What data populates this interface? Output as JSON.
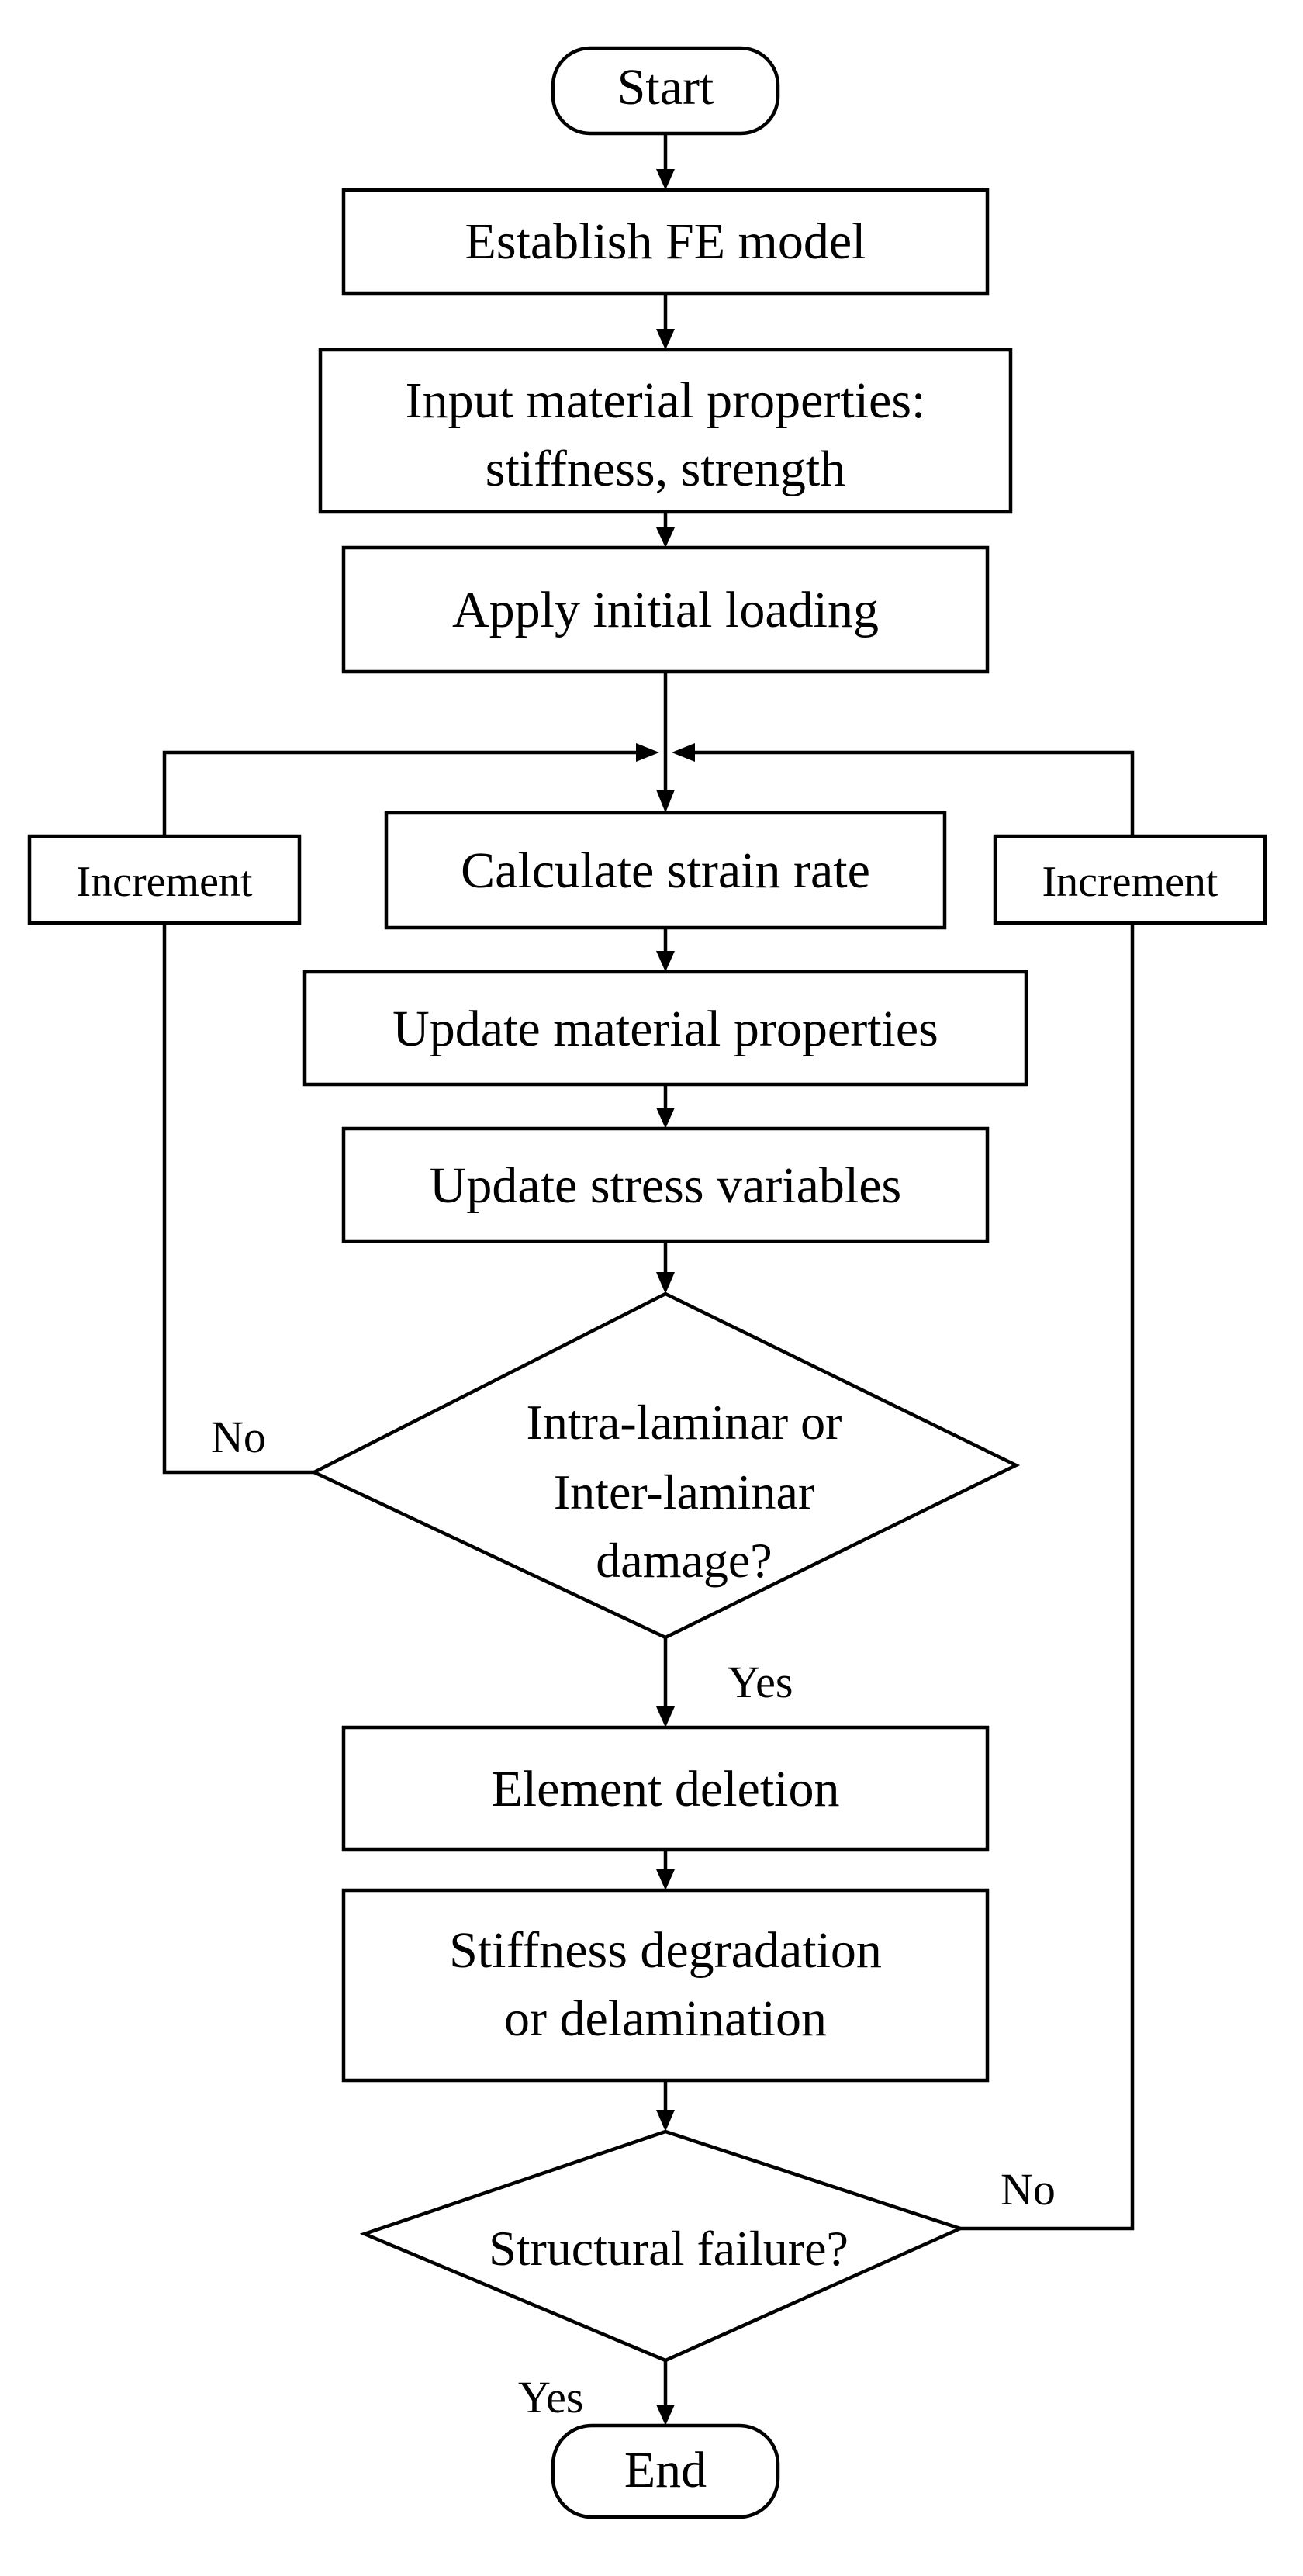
{
  "nodes": {
    "start": "Start",
    "establish": "Establish FE model",
    "input_line1": "Input material properties:",
    "input_line2": "stiffness, strength",
    "apply": "Apply initial loading",
    "calculate": "Calculate strain rate",
    "update_material": "Update material properties",
    "update_stress": "Update stress variables",
    "damage_line1": "Intra-laminar or",
    "damage_line2": "Inter-laminar",
    "damage_line3": "damage?",
    "element_deletion": "Element deletion",
    "stiffness_line1": "Stiffness degradation",
    "stiffness_line2": "or delamination",
    "structural_failure": "Structural failure?",
    "end": "End",
    "increment_left": "Increment",
    "increment_right": "Increment"
  },
  "edge_labels": {
    "damage_no": "No",
    "damage_yes": "Yes",
    "failure_no": "No",
    "failure_yes": "Yes"
  }
}
